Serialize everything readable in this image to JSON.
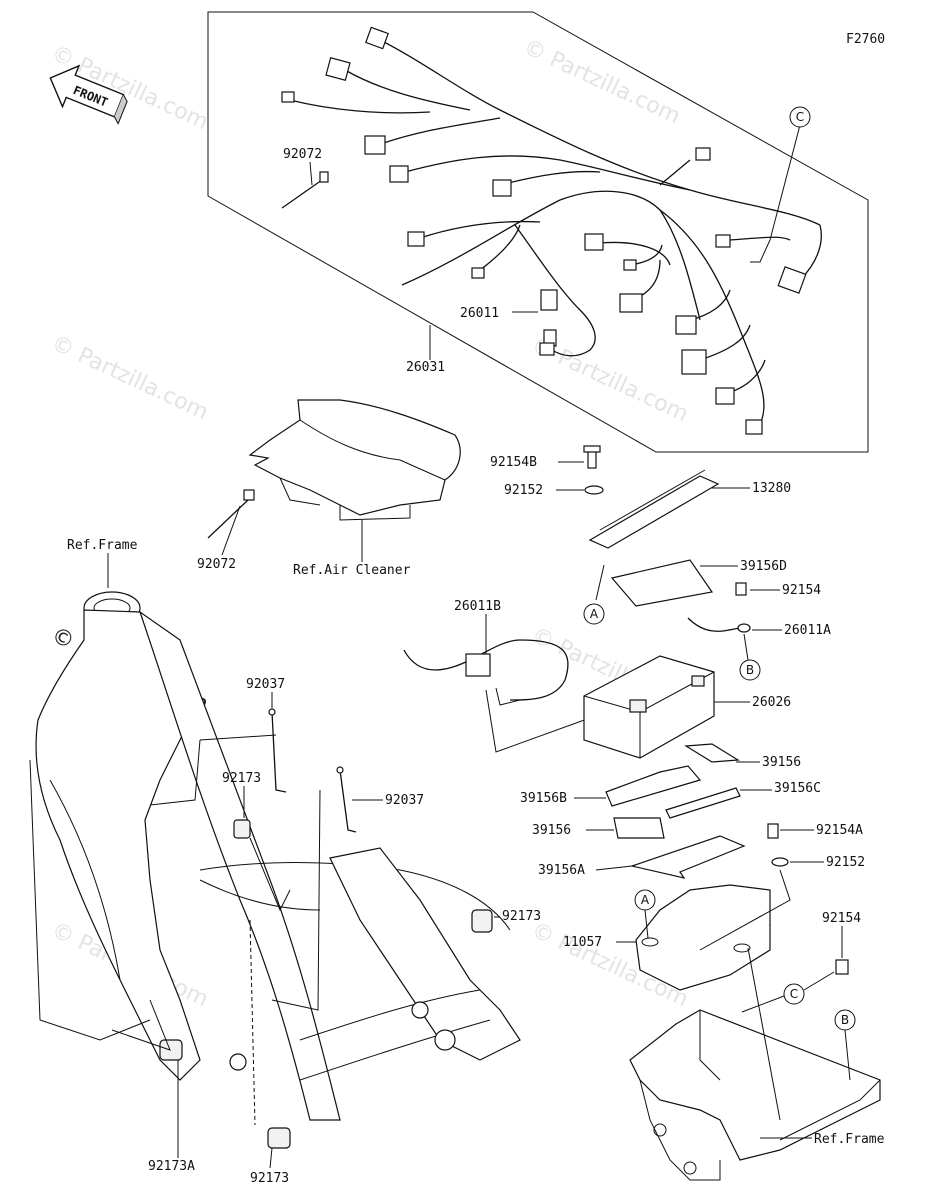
{
  "figure_code": "F2760",
  "front_label": "FRONT",
  "watermark": "© Partzilla.com",
  "ref_labels": {
    "frame_top": "Ref.Frame",
    "air_cleaner": "Ref.Air Cleaner",
    "frame_bottom": "Ref.Frame"
  },
  "callouts": [
    "A",
    "B",
    "C"
  ],
  "part_numbers": {
    "p92072_top": "92072",
    "p26011": "26011",
    "p26031": "26031",
    "p92154B": "92154B",
    "p92152_top": "92152",
    "p13280": "13280",
    "p39156D": "39156D",
    "p92154_mid": "92154",
    "p26011B": "26011B",
    "p26011A": "26011A",
    "p92072_mid": "92072",
    "p92037_left": "92037",
    "p92037_right": "92037",
    "p92173_top": "92173",
    "p26026": "26026",
    "p39156_right": "39156",
    "p39156B": "39156B",
    "p39156C": "39156C",
    "p39156_left": "39156",
    "p92154A": "92154A",
    "p39156A": "39156A",
    "p92152_bot": "92152",
    "p92173_mid": "92173",
    "p92154_bot": "92154",
    "p11057": "11057",
    "p92173A": "92173A",
    "p92173_bot": "92173"
  }
}
